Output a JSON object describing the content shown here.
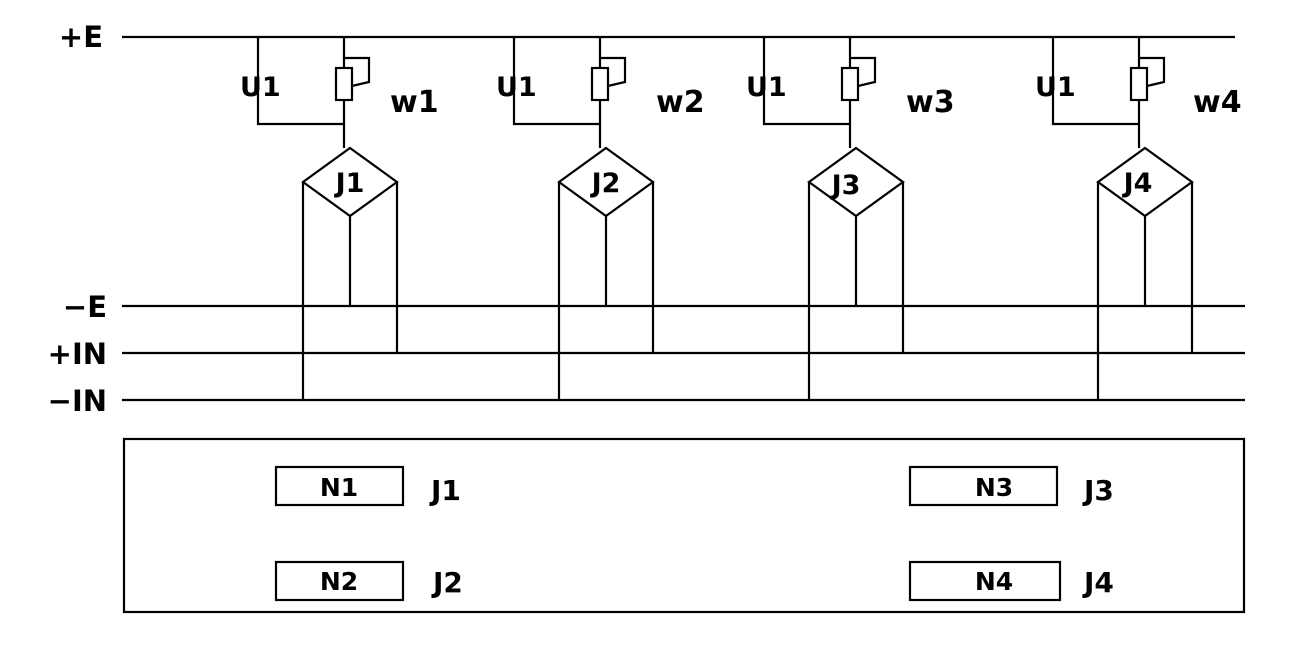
{
  "rails": [
    {
      "id": "pos-e",
      "label": "+E"
    },
    {
      "id": "neg-e",
      "label": "−E"
    },
    {
      "id": "pos-in",
      "label": "+IN"
    },
    {
      "id": "neg-in",
      "label": "−IN"
    }
  ],
  "channels": [
    {
      "u_label": "U1",
      "w_label": "w1",
      "j_label": "J1"
    },
    {
      "u_label": "U1",
      "w_label": "w2",
      "j_label": "J2"
    },
    {
      "u_label": "U1",
      "w_label": "w3",
      "j_label": "J3"
    },
    {
      "u_label": "U1",
      "w_label": "w4",
      "j_label": "J4"
    }
  ],
  "legend": [
    {
      "n_label": "N1",
      "j_label": "J1"
    },
    {
      "n_label": "N2",
      "j_label": "J2"
    },
    {
      "n_label": "N3",
      "j_label": "J3"
    },
    {
      "n_label": "N4",
      "j_label": "J4"
    }
  ]
}
